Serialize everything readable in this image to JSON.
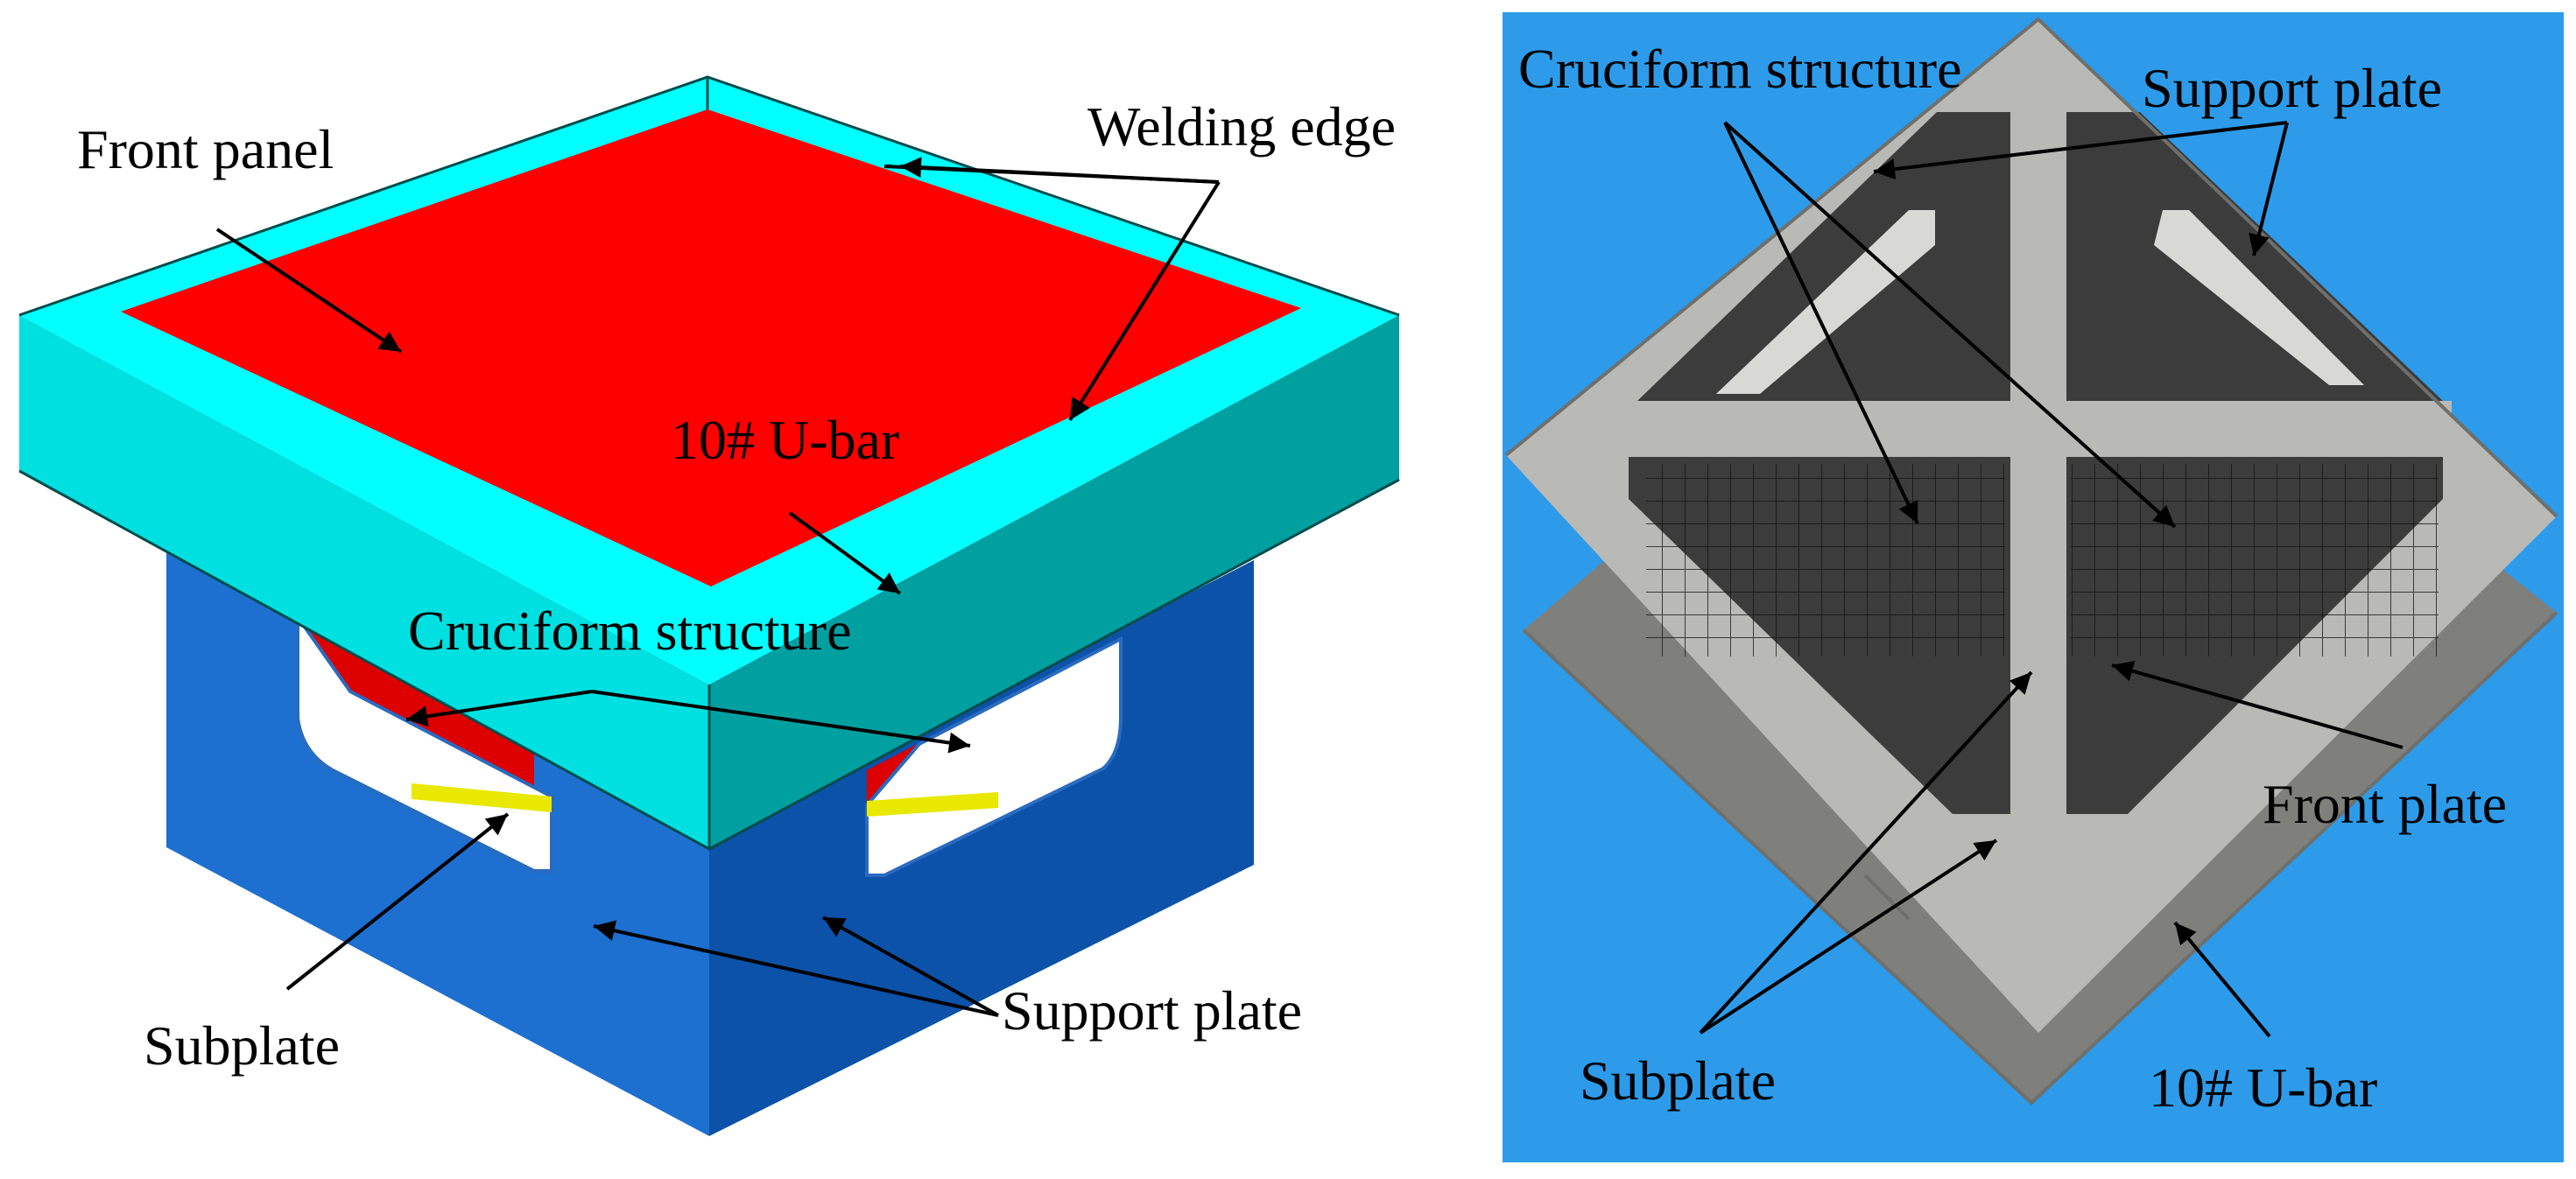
{
  "left_figure": {
    "labels": {
      "front_panel": "Front panel",
      "welding_edge": "Welding edge",
      "u_bar": "10# U-bar",
      "cruciform": "Cruciform structure",
      "subplate": "Subplate",
      "support_plate": "Support plate"
    },
    "colors": {
      "front_panel": "#ff0000",
      "u_bar_top": "#00ffff",
      "u_bar_front": "#00e0e0",
      "u_bar_side": "#00a0a0",
      "support_front": "#1d6fd0",
      "support_side": "#0b52a8",
      "inner_red": "#dd0000",
      "weld_yellow": "#e8e800"
    }
  },
  "right_figure": {
    "labels": {
      "cruciform": "Cruciform structure",
      "support_plate": "Support plate",
      "front_plate": "Front plate",
      "subplate": "Subplate",
      "u_bar": "10# U-bar"
    },
    "colors": {
      "background": "#2d9bea",
      "steel": "#b9b9b6",
      "steel_dark": "#7f7f7c",
      "cavity": "#3c3c3c"
    }
  }
}
